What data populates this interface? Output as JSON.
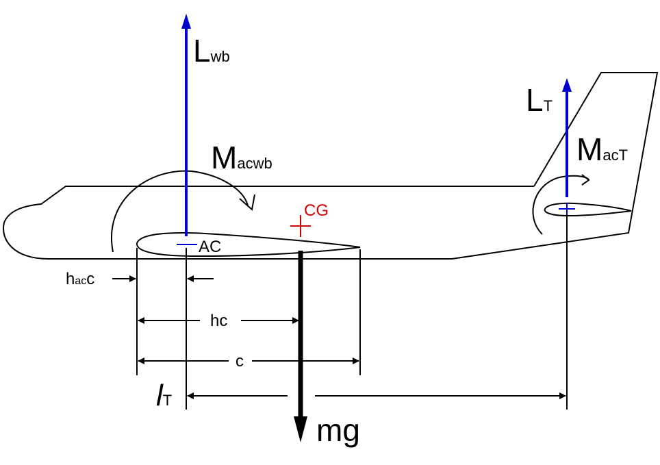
{
  "labels": {
    "lift_wb": {
      "main": "L",
      "sub": "wb"
    },
    "lift_tail": {
      "main": "L",
      "sub": "T"
    },
    "moment_wb": {
      "main": "M",
      "sub": "acwb"
    },
    "moment_tail": {
      "main": "M",
      "sub": "acT"
    },
    "cg": "CG",
    "ac": "AC",
    "hac_c": {
      "pre": "h",
      "sub": "ac",
      "post": "c"
    },
    "hc": "hc",
    "c": "c",
    "tail_arm": {
      "main": "l",
      "sub": "T"
    },
    "weight": "mg"
  },
  "colors": {
    "lift": "#0000cc",
    "cg": "#d40000",
    "outline": "#000000"
  }
}
